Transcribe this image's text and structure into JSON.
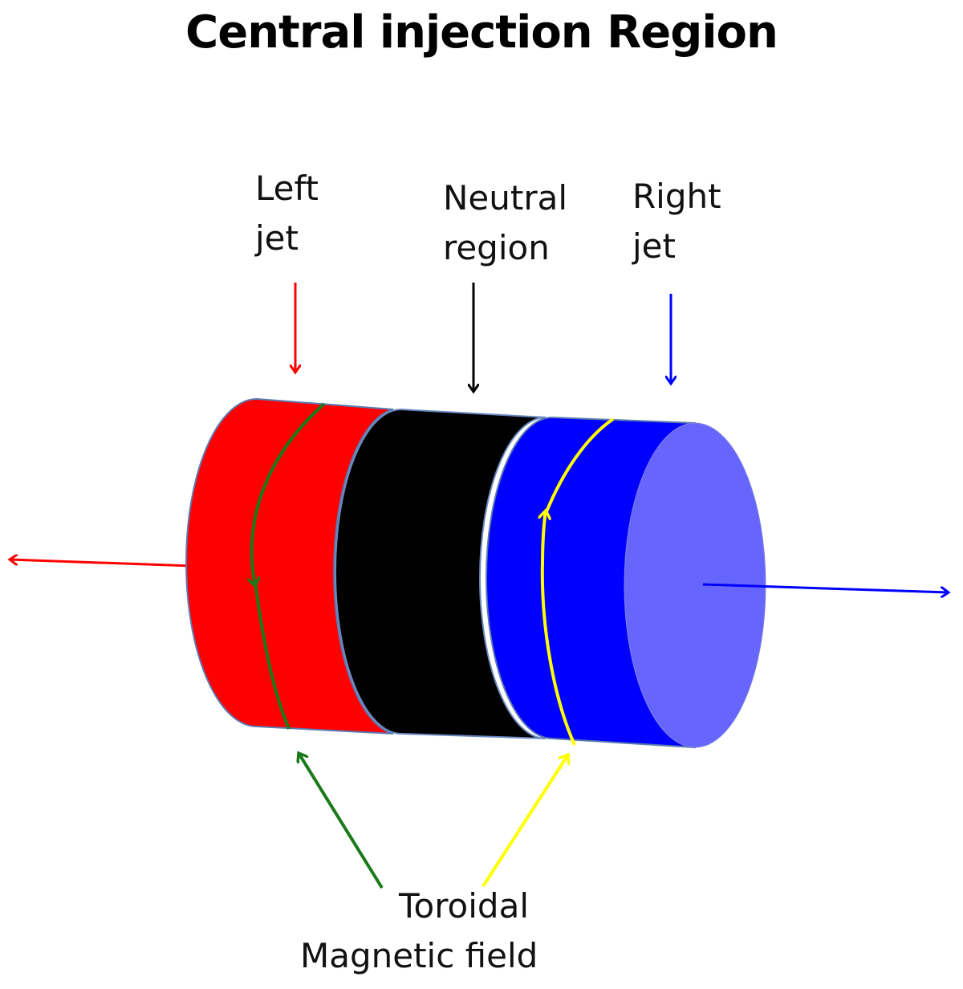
{
  "title": "Central injection Region",
  "labels": {
    "left_jet": [
      "Left",
      "jet"
    ],
    "neutral_region": [
      "Neutral",
      "region"
    ],
    "right_jet": [
      "Right",
      "jet"
    ],
    "toroidal_field": [
      "Toroidal",
      "Magnetic field"
    ]
  },
  "colors": {
    "left_jet": "#ff0000",
    "neutral_region": "#000000",
    "right_jet": "#0000ff",
    "end_face": "#6666ff",
    "left_field_line": "#1a7a1a",
    "right_field_line": "#ffff00",
    "left_arrow": "#ff0000",
    "right_arrow": "#0000ff"
  }
}
